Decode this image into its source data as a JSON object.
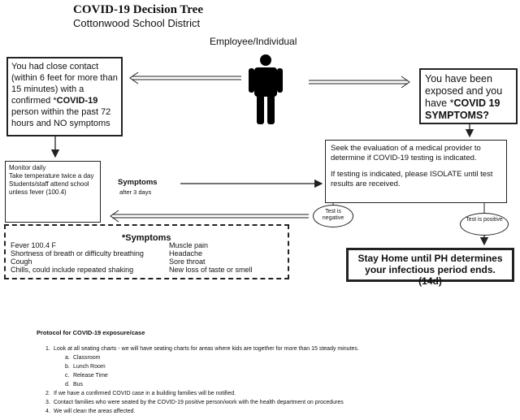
{
  "header": {
    "title": "COVID-19 Decision Tree",
    "subtitle": "Cottonwood School District"
  },
  "diagram": {
    "employee_label": "Employee/Individual",
    "close_contact_parts": [
      "You had close contact (within 6 feet for more than 15 minutes) with a confirmed *",
      "COVID-19",
      " person within the past 72 hours and NO symptoms"
    ],
    "exposed_parts": [
      "You have been exposed and you have *",
      "COVID 19 SYMPTOMS?"
    ],
    "monitor_lines": [
      "Monitor daily",
      "Take temperature twice a day",
      "Students/staff attend school unless fever (100.4)"
    ],
    "symptoms_label": "Symptoms",
    "symptoms_note": "after 3 days",
    "seek_para1": "Seek the evaluation of a medical provider to determine if COVID-19 testing is indicated.",
    "seek_para2": "If testing is indicated, please ISOLATE until test results are received.",
    "test_negative": "Test is negative",
    "test_positive": "Test is positive",
    "stay_home": "Stay Home until PH determines your infectious period ends.(14d)",
    "symptoms_box": {
      "title": "*Symptoms",
      "left": [
        "Fever 100.4 F",
        "Shortness of breath or difficulty breathing",
        "Cough",
        "Chills, could include repeated shaking"
      ],
      "right": [
        "Muscle pain",
        "Headache",
        "Sore throat",
        "New loss of taste or smell"
      ]
    }
  },
  "protocol": {
    "heading": "Protocol for COVID-19 exposure/case",
    "item1": "Look at all seating charts - we will have seating charts for areas where kids are together for more than 15 steady minutes.",
    "item1_sub": [
      "Classroom",
      "Lunch Room",
      "Release Time",
      "Bus"
    ],
    "item2": "If we have a confirmed COVID case in a building families will be notified.",
    "item3": "Contact families who were seated by the COVID-19 positive person/work with the health department on procedures",
    "item4": "We will clean the areas affected."
  }
}
